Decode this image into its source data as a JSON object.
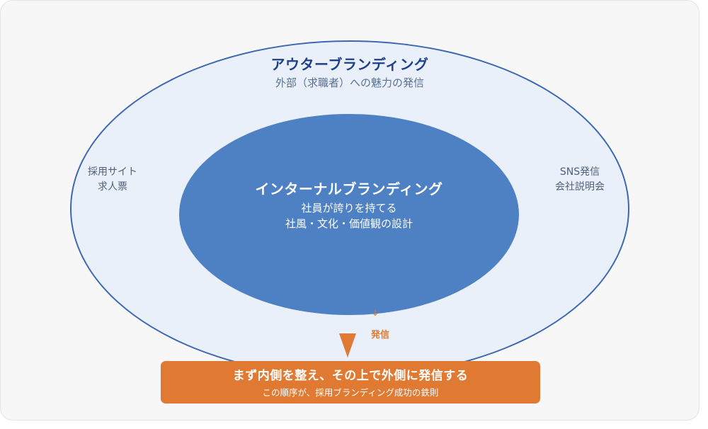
{
  "outer": {
    "title": "アウターブランディング",
    "subtitle": "外部（求職者）への魅力の発信",
    "left_lines": [
      "採用サイト",
      "求人票"
    ],
    "right_lines": [
      "SNS発信",
      "会社説明会"
    ]
  },
  "inner": {
    "title": "インターナルブランディング",
    "lines": [
      "社員が誇りを持てる",
      "社風・文化・価値観の設計"
    ]
  },
  "connector": {
    "arrow_glyph": "↓",
    "label": "発信"
  },
  "banner": {
    "title": "まず内側を整え、その上で外側に発信する",
    "subtitle": "この順序が、採用ブランディング成功の鉄則"
  },
  "colors": {
    "outer_fill": "#e9f0fa",
    "outer_border": "#3d68b1",
    "inner_fill": "#4e80c4",
    "accent": "#e07a33",
    "title_navy": "#1e3f8a"
  }
}
